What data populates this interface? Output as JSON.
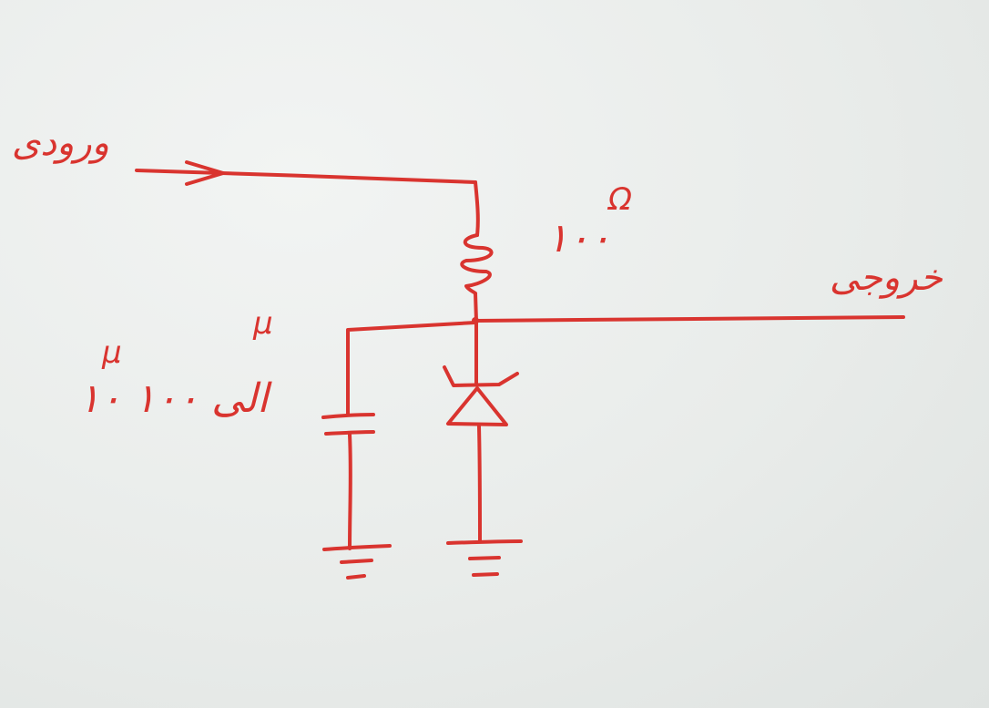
{
  "diagram": {
    "input_label": "ورودی",
    "output_label": "خروجی",
    "resistor": {
      "value": "۱۰۰",
      "unit": "Ω"
    },
    "capacitor": {
      "value": "۱۰ الی ۱۰۰",
      "unit": "µ"
    },
    "ink_color": "#d9342f"
  }
}
